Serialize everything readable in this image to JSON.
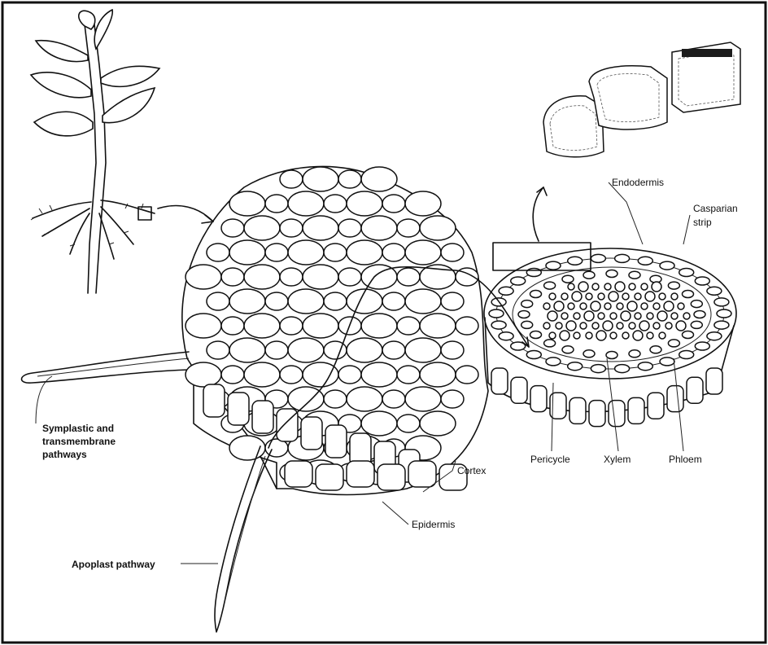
{
  "labels": {
    "endodermis": "Endodermis",
    "casparian_line1": "Casparian",
    "casparian_line2": "strip",
    "symplastic_line1": "Symplastic and",
    "symplastic_line2": "transmembrane",
    "symplastic_line3": "pathways",
    "cortex": "Cortex",
    "epidermis": "Epidermis",
    "apoplast": "Apoplast pathway",
    "pericycle": "Pericycle",
    "xylem": "Xylem",
    "phloem": "Phloem"
  }
}
